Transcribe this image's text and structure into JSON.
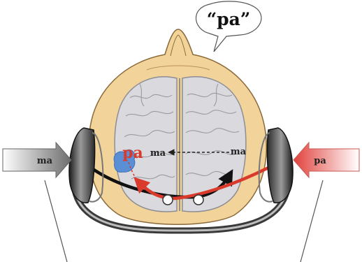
{
  "speech_bubble": {
    "text": "“pa”"
  },
  "left_input": {
    "label": "ma",
    "color": "#777777"
  },
  "right_input": {
    "label": "pa",
    "color": "#e0423c"
  },
  "brain_labels": {
    "percept": "pa",
    "left_hemisphere": "ma",
    "right_hemisphere": "ma"
  },
  "colors": {
    "skin": "#f2d49a",
    "skin_outline": "#8a6a3a",
    "brain": "#d9d9de",
    "brain_outline": "#8d8d95",
    "red": "#d93a2b",
    "black": "#111111",
    "blue_region": "#5a8fd6",
    "headphone": "#3a3a3a"
  }
}
